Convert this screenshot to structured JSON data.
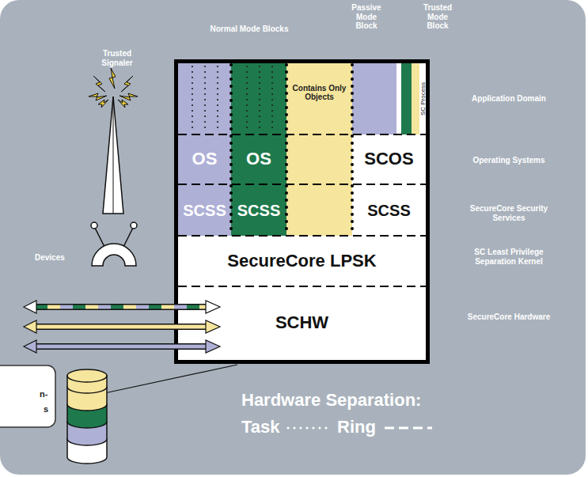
{
  "diagram": {
    "nodes": [
      {
        "text": [
          "Contains Only Objects"
        ]
      },
      {
        "text": [
          "SC Process"
        ]
      },
      {
        "text": [
          "OS"
        ]
      },
      {
        "text": [
          "OS"
        ]
      },
      {
        "text": [
          "SCOS"
        ]
      },
      {
        "text": [
          "SCSS"
        ]
      },
      {
        "text": [
          "SCSS"
        ]
      },
      {
        "text": [
          "SCSS"
        ]
      },
      {
        "text": [
          "SecureCore LPSK"
        ]
      },
      {
        "text": [
          "SCHW"
        ]
      }
    ],
    "labels": [
      "Normal Mode Blocks",
      "Passive Mode Block",
      "Trusted Mode Block",
      "Trusted Signaler",
      "Application Domain",
      "Operating Systems",
      "SecureCore Security Services",
      "SC Least Privilege Separation Kernel",
      "SecureCore Hardware",
      "Devices",
      "n-",
      "s",
      "Hardware Separation:"
    ],
    "legend": [
      {
        "text": "Task"
      },
      {
        "text": "Ring"
      }
    ]
  }
}
